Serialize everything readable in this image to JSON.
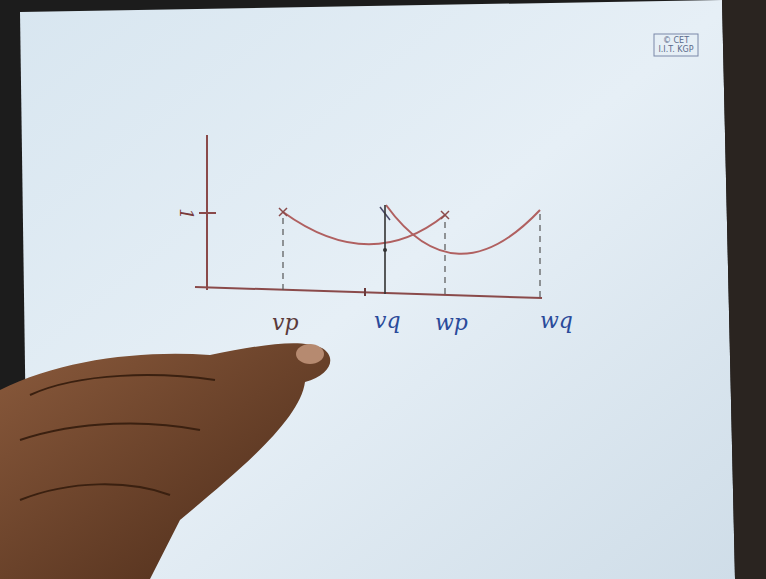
{
  "diagram": {
    "labels": [
      "1",
      "vp",
      "vq",
      "wp",
      "wq",
      "© CET",
      "I.I.T. KGP"
    ]
  }
}
